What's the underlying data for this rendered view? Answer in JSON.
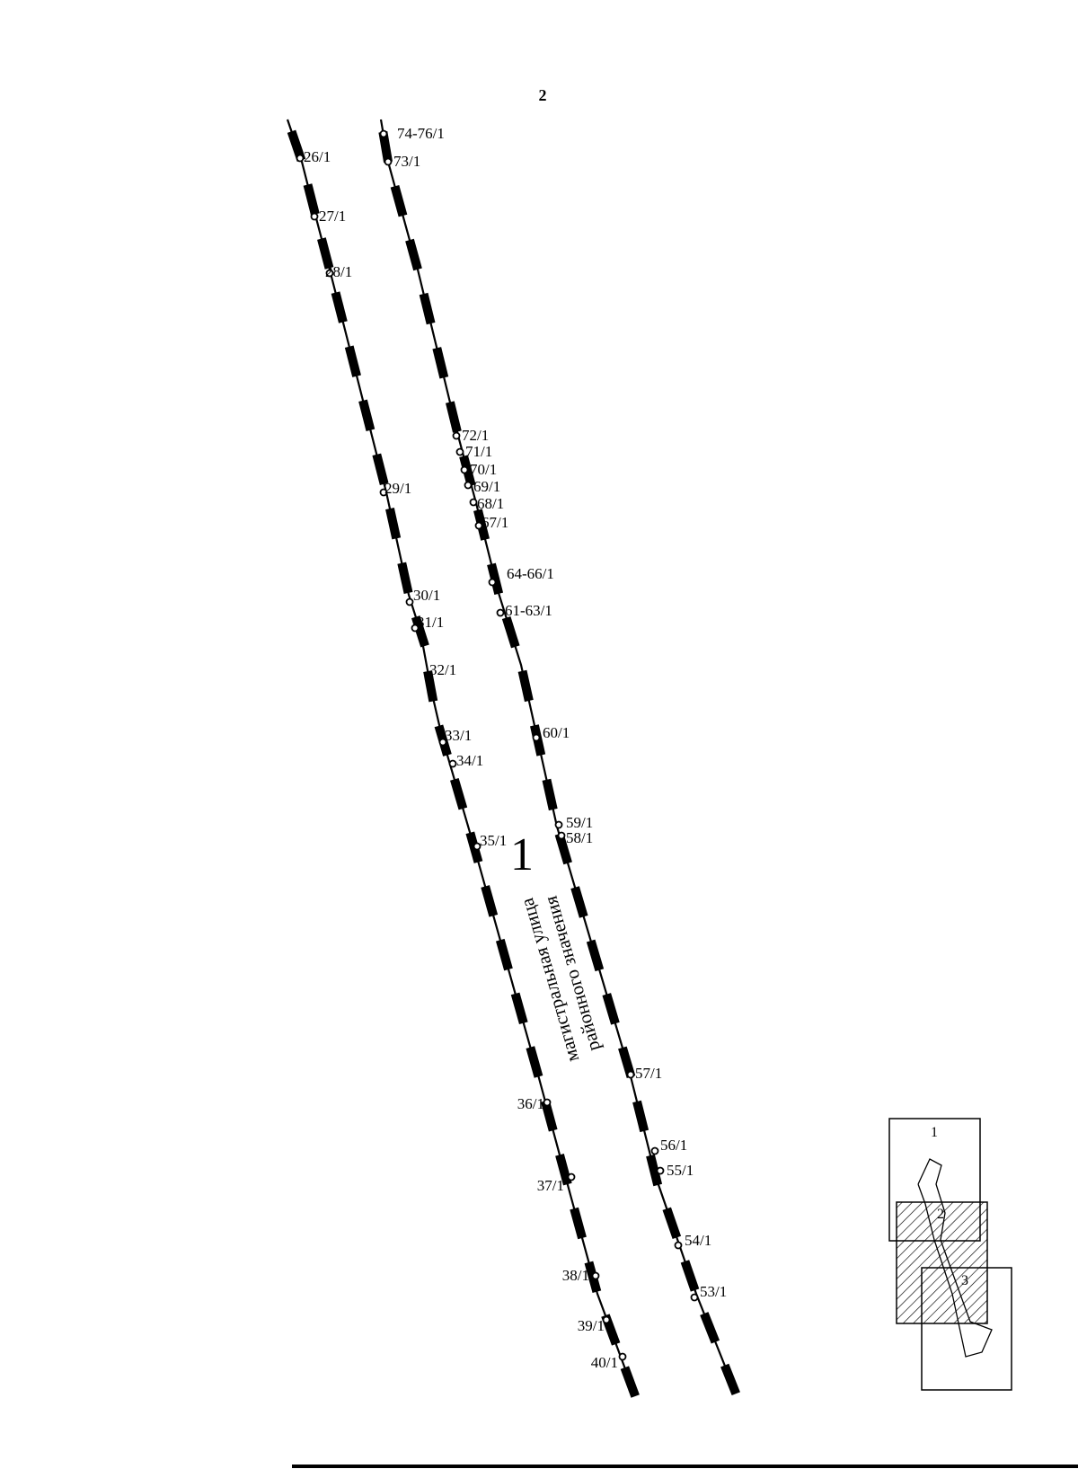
{
  "page_number": "2",
  "zone_number": "1",
  "street_label": {
    "line1": "магистральная улица",
    "line2": "районного значения"
  },
  "left_line_labels": [
    "26/1",
    "27/1",
    "28/1",
    "29/1",
    "30/1",
    "31/1",
    "32/1",
    "33/1",
    "34/1",
    "35/1",
    "36/1",
    "37/1",
    "38/1",
    "39/1",
    "40/1"
  ],
  "right_line_labels": [
    "74-76/1",
    "73/1",
    "72/1",
    "71/1",
    "70/1",
    "69/1",
    "68/1",
    "67/1",
    "64-66/1",
    "61-63/1",
    "60/1",
    "59/1",
    "58/1",
    "57/1",
    "56/1",
    "55/1",
    "54/1",
    "53/1"
  ],
  "index_map": {
    "sheets": [
      "1",
      "2",
      "3"
    ],
    "highlighted_sheet": "2"
  }
}
